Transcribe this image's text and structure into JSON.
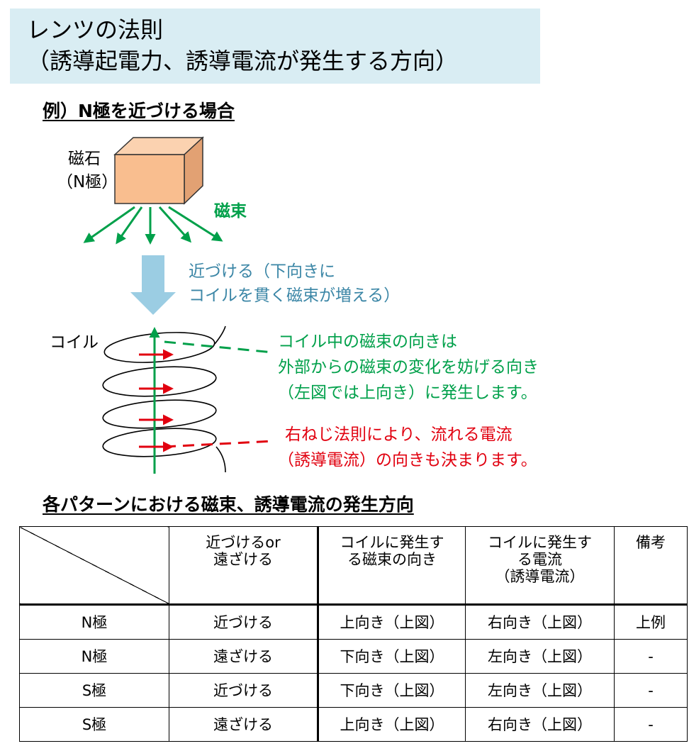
{
  "title": {
    "line1": "レンツの法則",
    "line2": "（誘導起電力、誘導電流が発生する方向）"
  },
  "example": {
    "heading": "例）N極を近づける場合",
    "magnet_label_1": "磁石",
    "magnet_label_2": "（N極）",
    "flux_label": "磁束",
    "approach_line1": "近づける（下向きに",
    "approach_line2": "コイルを貫く磁束が増える）",
    "coil_label": "コイル",
    "green_line1": "コイル中の磁束の向きは",
    "green_line2": "外部からの磁束の変化を妨げる向き",
    "green_line3": "（左図では上向き）に発生します。",
    "red_line1": "右ねじ法則により、流れる電流",
    "red_line2": "（誘導電流）の向きも決まります。"
  },
  "patterns": {
    "heading": "各パターンにおける磁束、誘導電流の発生方向",
    "headers": [
      [
        "近づけるor",
        "遠ざける"
      ],
      [
        "コイルに発生す",
        "る磁束の向き"
      ],
      [
        "コイルに発生す",
        "る電流",
        "（誘導電流）"
      ],
      [
        "備考"
      ]
    ],
    "rows": [
      [
        "N極",
        "近づける",
        "上向き（上図）",
        "右向き（上図）",
        "上例"
      ],
      [
        "N極",
        "遠ざける",
        "下向き（上図）",
        "左向き（上図）",
        "-"
      ],
      [
        "S極",
        "近づける",
        "下向き（上図）",
        "左向き（上図）",
        "-"
      ],
      [
        "S極",
        "遠ざける",
        "上向き（上図）",
        "右向き（上図）",
        "-"
      ]
    ]
  },
  "colors": {
    "title_bg": "#d9edf3",
    "magnet": "#f9be8f",
    "green": "#00a04a",
    "teal": "#3b86a6",
    "arrow_blue": "#9bcde3",
    "red": "#e1000f"
  }
}
